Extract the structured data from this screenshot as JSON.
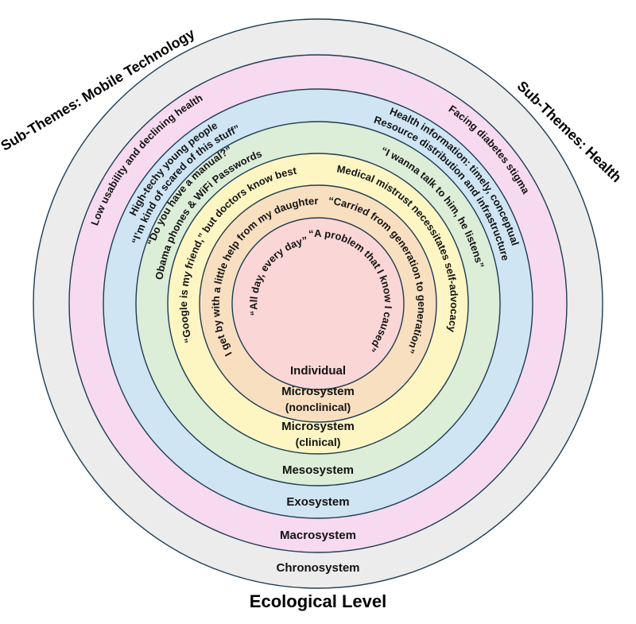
{
  "titles": {
    "left": "Sub-Themes: Mobile Technology",
    "right": "Sub-Themes: Health",
    "bottom": "Ecological Level"
  },
  "levels": [
    {
      "name": "Individual",
      "mobile": "“All day, every day”",
      "health": "“A problem that I know I caused”"
    },
    {
      "name": "Microsystem",
      "qualifier": "(nonclinical)",
      "mobile": "I get by with a little help from my daughter",
      "health": "“Carried from generation to generation”"
    },
    {
      "name": "Microsystem",
      "qualifier": "(clinical)",
      "mobile": "“Google is my friend,” but doctors know best",
      "health": "Medical mistrust necessitates self-advocacy"
    },
    {
      "name": "Mesosystem",
      "mobile_line1": "“Do you have a manual?”",
      "mobile_line2": "Obama phones & WiFi Passwords",
      "health": "“I wanna talk to him, he listens”"
    },
    {
      "name": "Exosystem",
      "mobile_line1": "High-techy young people",
      "mobile_line2": "“I’m kind of scared of this stuff”",
      "health_line1": "Health information: timely, conceptual",
      "health_line2": "Resource distribution and infrastructure"
    },
    {
      "name": "Macrosystem",
      "mobile": "Low usability and declining health",
      "health": "Facing diabetes stigma"
    },
    {
      "name": "Chronosystem"
    }
  ],
  "colors": {
    "chronosystem": "#ececec",
    "macrosystem": "#f7d9f0",
    "exosystem": "#cfe5f4",
    "mesosystem": "#dcedd8",
    "microsystem_clinical": "#fdf6c3",
    "microsystem_nonclinical": "#f8dfc0",
    "individual": "#fad6d6",
    "outline": "#1d3c52"
  }
}
